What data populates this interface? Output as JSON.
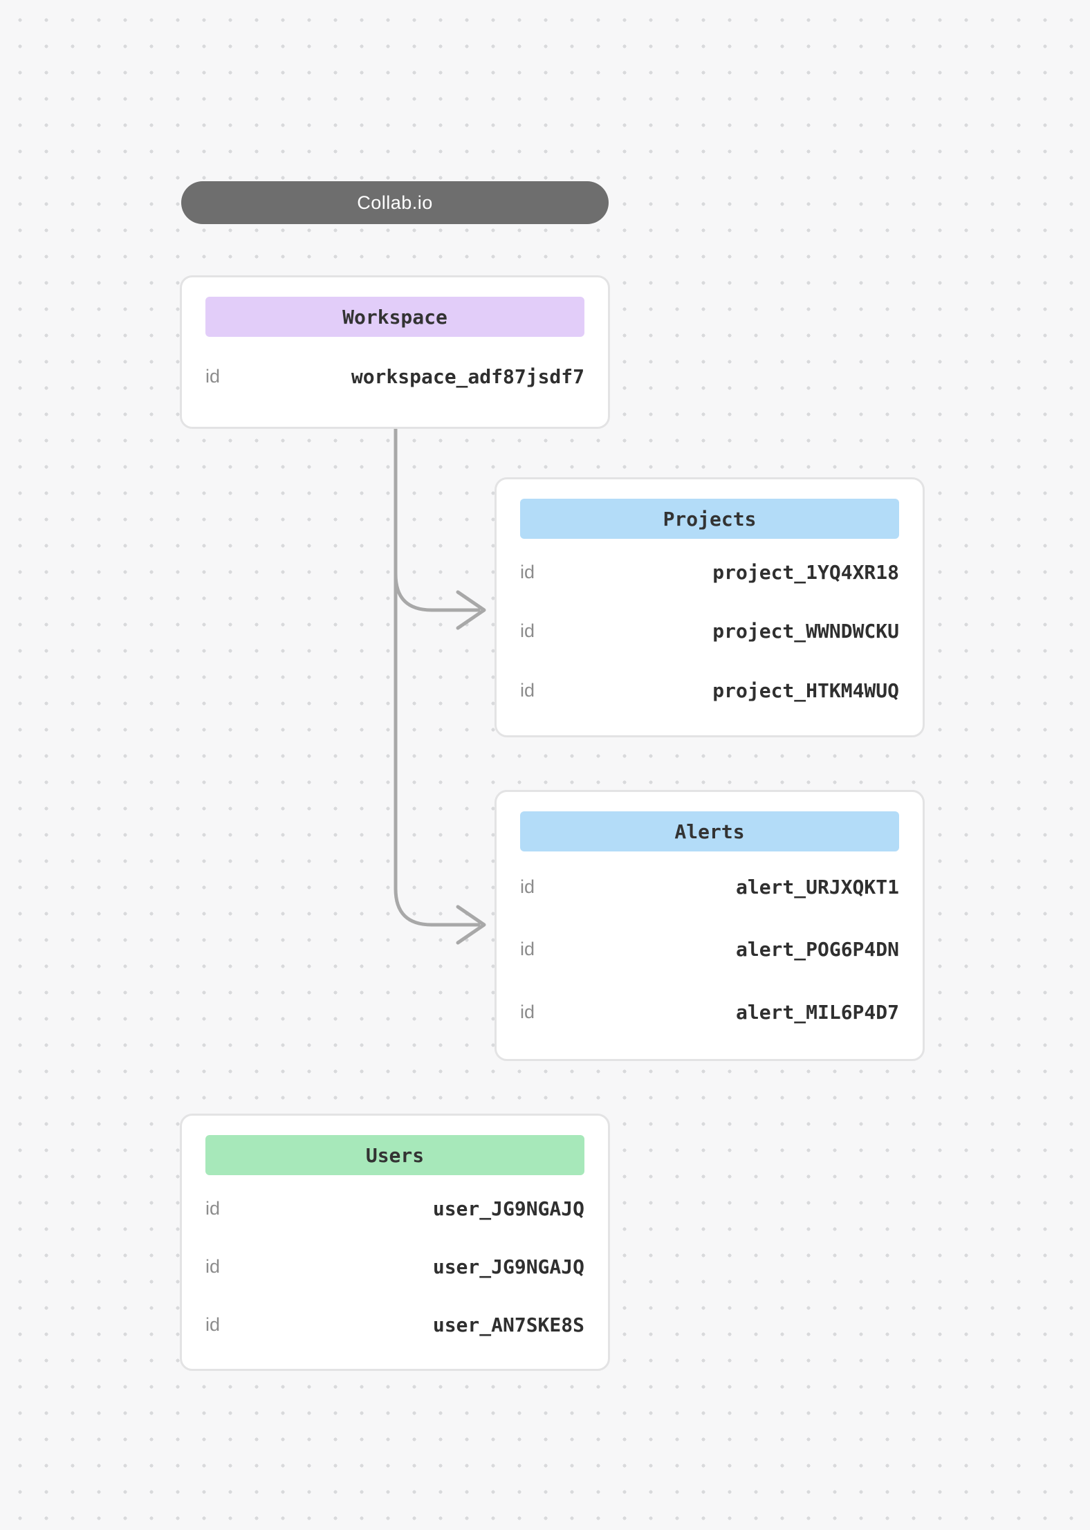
{
  "app": {
    "title": "Collab.io"
  },
  "cards": {
    "workspace": {
      "title": "Workspace",
      "rows": [
        {
          "key": "id",
          "value": "workspace_adf87jsdf7"
        }
      ]
    },
    "projects": {
      "title": "Projects",
      "rows": [
        {
          "key": "id",
          "value": "project_1YQ4XR18"
        },
        {
          "key": "id",
          "value": "project_WWNDWCKU"
        },
        {
          "key": "id",
          "value": "project_HTKM4WUQ"
        }
      ]
    },
    "alerts": {
      "title": "Alerts",
      "rows": [
        {
          "key": "id",
          "value": "alert_URJXQKT1"
        },
        {
          "key": "id",
          "value": "alert_POG6P4DN"
        },
        {
          "key": "id",
          "value": "alert_MIL6P4D7"
        }
      ]
    },
    "users": {
      "title": "Users",
      "rows": [
        {
          "key": "id",
          "value": "user_JG9NGAJQ"
        },
        {
          "key": "id",
          "value": "user_JG9NGAJQ"
        },
        {
          "key": "id",
          "value": "user_AN7SKE8S"
        }
      ]
    }
  },
  "colors": {
    "title_pill_bg": "#6e6e6e",
    "workspace_header_bg": "#e2cdf9",
    "projects_header_bg": "#b3dcf8",
    "alerts_header_bg": "#b3dcf8",
    "users_header_bg": "#a7e8ba",
    "connector": "#a8a8a8",
    "card_border": "#e3e3e4",
    "background": "#f7f7f8"
  }
}
